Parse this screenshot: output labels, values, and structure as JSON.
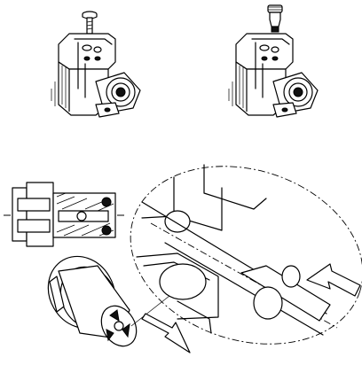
{
  "figure": {
    "panels": [
      {
        "id": "valve-with-screw",
        "icon": "valve-block-with-screw"
      },
      {
        "id": "valve-with-plug",
        "icon": "valve-block-with-plug"
      },
      {
        "id": "cross-section",
        "icon": "valve-cross-section"
      },
      {
        "id": "nozzle-insertion",
        "icon": "nozzle-with-arrow"
      },
      {
        "id": "magnified-detail",
        "icon": "magnified-channel-with-arrow"
      }
    ],
    "colors": {
      "ink": "#000000",
      "paper": "#ffffff",
      "hatch": "#000000"
    }
  }
}
